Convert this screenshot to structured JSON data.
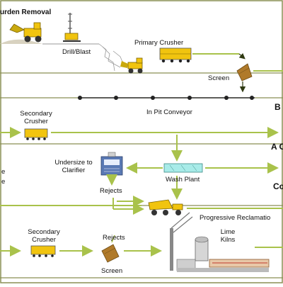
{
  "labels": {
    "overburden_removal": "urden Removal",
    "drill_blast": "Drill/Blast",
    "primary_crusher": "Primary Crusher",
    "screen_top": "Screen",
    "in_pit_conveyor": "In Pit Conveyor",
    "secondary_crusher_mid_line1": "Secondary",
    "secondary_crusher_mid_line2": "Crusher",
    "undersize_line1": "Undersize to",
    "undersize_line2": "Clarifier",
    "wash_plant": "Wash Plant",
    "rejects_mid": "Rejects",
    "left_edge_e1": "e",
    "left_edge_e2": "e",
    "right_b": "B",
    "right_a": "A C",
    "right_c": "Co",
    "progressive_reclamation": "Progressive Reclamatio",
    "secondary_crusher_bot_line1": "Secondary",
    "secondary_crusher_bot_line2": "Crusher",
    "rejects_bot": "Rejects",
    "screen_bot": "Screen",
    "lime_kilns_line1": "Lime",
    "lime_kilns_line2": "Kilns"
  },
  "colors": {
    "frame": "#8a8f55",
    "arrow": "#a9c24b",
    "dark_arrow": "#2f3a12",
    "equipment_yellow": "#f1c40f",
    "screen_brown": "#b07a2a"
  }
}
